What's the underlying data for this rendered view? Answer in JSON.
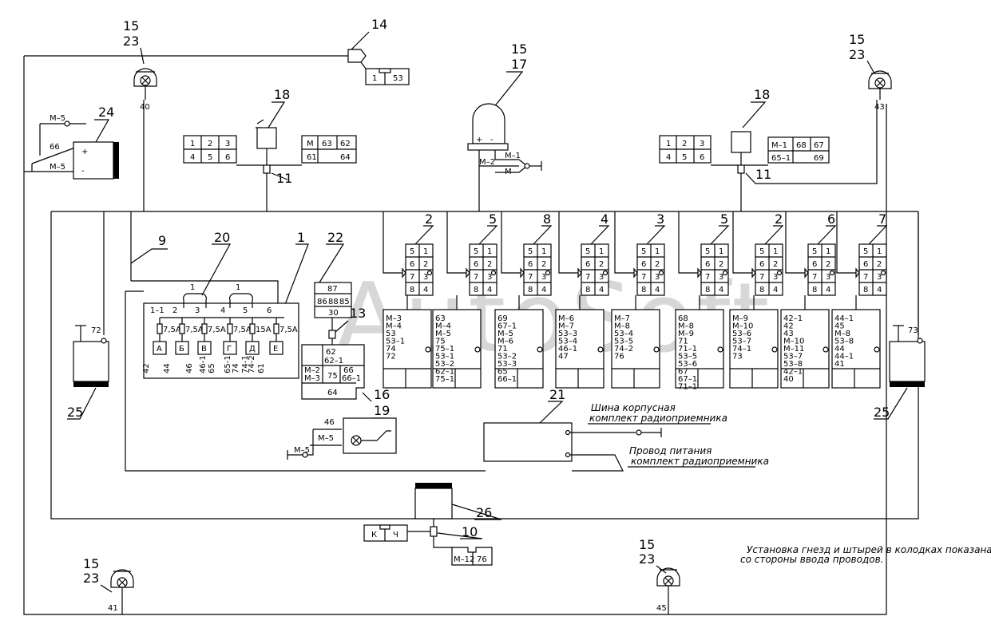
{
  "diagram": {
    "refs": {
      "ref_14": "14",
      "ref_15a": "15",
      "ref_23a": "23",
      "ref_15b": "15",
      "ref_17": "17",
      "ref_15c": "15",
      "ref_23c": "23",
      "ref_18a": "18",
      "ref_18b": "18",
      "ref_24": "24",
      "ref_11a": "11",
      "ref_11b": "11",
      "ref_9": "9",
      "ref_20": "20",
      "ref_1": "1",
      "ref_22": "22",
      "ref_13": "13",
      "ref_16": "16",
      "ref_19": "19",
      "ref_21": "21",
      "ref_25a": "25",
      "ref_25b": "25",
      "ref_26": "26",
      "ref_10": "10",
      "ref_15d": "15",
      "ref_23d": "23",
      "ref_15e": "15",
      "ref_23e": "23"
    },
    "wires": {
      "w40": "40",
      "w43": "43",
      "w41": "41",
      "w45": "45",
      "w72": "72",
      "w73": "73",
      "w66": "66",
      "m5a": "М–5",
      "m5b": "М–5",
      "m1": "М–1",
      "m2": "М–2",
      "m": "М",
      "w46": "46",
      "m5c": "М–5",
      "m5d": "М–5",
      "plus": "+",
      "minus": "-"
    },
    "lamp14": {
      "c1": "1",
      "c2": "53"
    },
    "sw18a_left": [
      "1",
      "2",
      "3",
      "4",
      "5",
      "6"
    ],
    "sw18a_right": [
      "М",
      "63",
      "62",
      "61",
      "64"
    ],
    "sw18b_left": [
      "1",
      "2",
      "3",
      "4",
      "5",
      "6"
    ],
    "sw18b_right": [
      "М–1",
      "68",
      "67",
      "65–1",
      "69"
    ],
    "switch_numbers": [
      "2",
      "5",
      "8",
      "4",
      "3",
      "5",
      "2",
      "6",
      "7"
    ],
    "switch_pins": [
      "5",
      "1",
      "6",
      "2",
      "7",
      "3",
      "8",
      "4"
    ],
    "fuse_block": {
      "jumper1": "1",
      "jumper2": "1",
      "top_labels": [
        "1–1",
        "2",
        "3",
        "4",
        "5",
        "6"
      ],
      "ratings": [
        "7,5А",
        "7,5А",
        "7,5А",
        "7,5А",
        "15А",
        "7,5А"
      ],
      "letters": [
        "А",
        "Б",
        "В",
        "Г",
        "Д",
        "Е"
      ],
      "bottom": [
        "42",
        "44",
        "46",
        "46-1",
        "65",
        "65-1",
        "74",
        "74-1",
        "74-2",
        "61"
      ]
    },
    "relay22": [
      "87",
      "86",
      "88",
      "85",
      "30"
    ],
    "block13": [
      "62",
      "62–1",
      "М–2",
      "М–3",
      "75",
      "66",
      "66–1",
      "64"
    ],
    "blocks": [
      {
        "lines": [
          "М–3",
          "М–4",
          "53",
          "53–1",
          "74",
          "72"
        ]
      },
      {
        "lines": [
          "63",
          "М–4",
          "М–5",
          "75",
          "75–1",
          "53–1",
          "53–2",
          "62–1",
          "75–1"
        ]
      },
      {
        "lines": [
          "69",
          "67–1",
          "М–5",
          "М–6",
          "71",
          "53–2",
          "53–3",
          "65",
          "66–1"
        ]
      },
      {
        "lines": [
          "М–6",
          "М–7",
          "53–3",
          "53–4",
          "46–1",
          "47"
        ]
      },
      {
        "lines": [
          "М–7",
          "М–8",
          "53–4",
          "53–5",
          "74–2",
          "76"
        ]
      },
      {
        "lines": [
          "68",
          "М–8",
          "М–9",
          "71",
          "71–1",
          "53–5",
          "53–6",
          "67",
          "67–1",
          "71–1"
        ]
      },
      {
        "lines": [
          "М–9",
          "М–10",
          "53–6",
          "53–7",
          "74–1",
          "73"
        ]
      },
      {
        "lines": [
          "42–1",
          "42",
          "43",
          "М–10",
          "М–11",
          "53–7",
          "53–8",
          "42–1",
          "40"
        ]
      },
      {
        "lines": [
          "44–1",
          "45",
          "М–8",
          "53–8",
          "44",
          "44–1",
          "41"
        ]
      }
    ],
    "label_bus": "Шина корпусная",
    "label_bus2": "комплект радиоприемника",
    "label_power": "Провод питания",
    "label_power2": "комплект радиоприемника",
    "conn10": {
      "k": "К",
      "ch": "Ч",
      "m12": "М–12",
      "w76": "76"
    },
    "note_line1": "Установка гнезд и штырей в колодках показана",
    "note_line2": "со стороны ввода проводов.",
    "watermark": "AutoSoft"
  }
}
